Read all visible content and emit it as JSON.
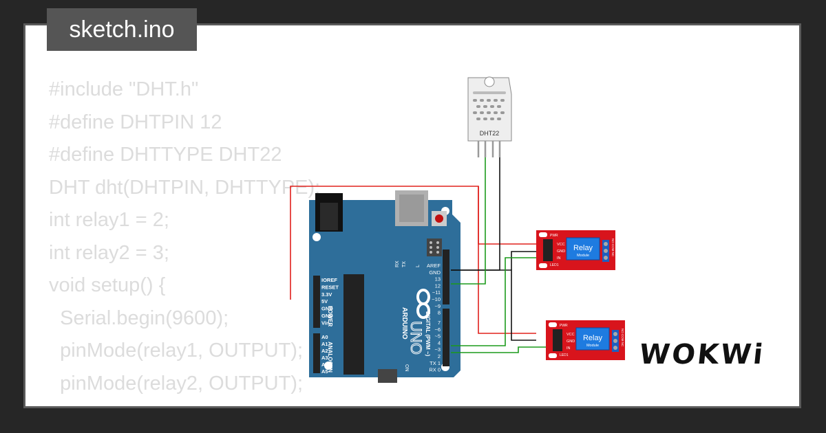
{
  "title": "sketch.ino",
  "code_lines": [
    "#include \"DHT.h\"",
    "#define DHTPIN 12",
    "#define DHTTYPE DHT22",
    "DHT dht(DHTPIN, DHTTYPE);",
    "int relay1 = 2;",
    "int relay2 = 3;",
    "",
    "void setup() {",
    "  Serial.begin(9600);",
    "  pinMode(relay1, OUTPUT);",
    "  pinMode(relay2, OUTPUT);"
  ],
  "sensor": {
    "label": "DHT22"
  },
  "arduino": {
    "brand": "ARDUINO",
    "model": "UNO",
    "on_label": "ON",
    "power_header": "POWER",
    "analog_header": "ANALOG IN",
    "digital_header": "DIGITAL (PWM ~)",
    "tx": "TX",
    "rx": "RX",
    "l": "L",
    "power_pins": [
      "IOREF",
      "RESET",
      "3.3V",
      "5V",
      "GND",
      "GND",
      "Vin"
    ],
    "analog_pins": [
      "A0",
      "A1",
      "A2",
      "A3",
      "A4",
      "A5"
    ],
    "top_pins": [
      "AREF",
      "GND",
      "13",
      "12",
      "~11",
      "~10",
      "~9",
      "8"
    ],
    "bottom_pins": [
      "7",
      "~6",
      "~5",
      "4",
      "~3",
      "2",
      "TX 1",
      "RX 0"
    ]
  },
  "relays": [
    {
      "title": "Relay",
      "sub": "Module",
      "pins": [
        "VCC",
        "GND",
        "IN"
      ],
      "pwr": "PWR",
      "led": "LED1",
      "term": "NO COM NC"
    },
    {
      "title": "Relay",
      "sub": "Module",
      "pins": [
        "VCC",
        "GND",
        "IN"
      ],
      "pwr": "PWR",
      "led": "LED1",
      "term": "NO COM NC"
    }
  ],
  "logo": "WOKWi",
  "colors": {
    "background": "#262626",
    "card": "#ffffff",
    "badge": "#555555",
    "code_text": "#dcdcdc",
    "board": "#2e6e9a",
    "relay": "#d8141c",
    "relay_coil": "#1e7be0",
    "wire_red": "#e0201c",
    "wire_green": "#1a9a1a",
    "wire_black": "#111111"
  }
}
